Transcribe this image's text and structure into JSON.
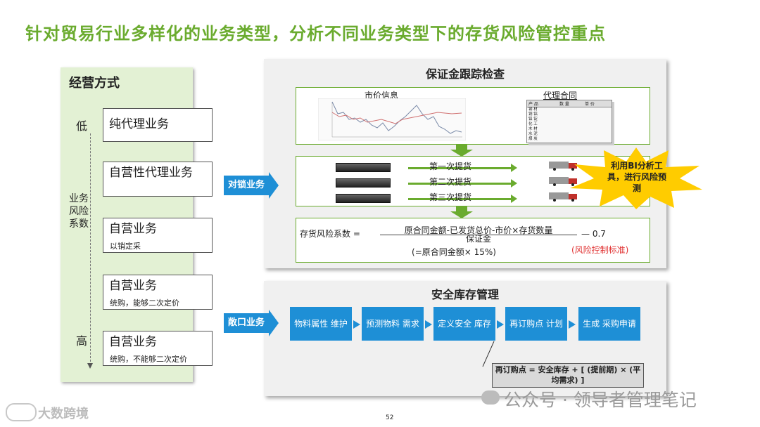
{
  "title": "针对贸易行业多样化的业务类型，分析不同业务类型下的存货风险管控重点",
  "left": {
    "header": "经营方式",
    "low": "低",
    "high": "高",
    "axis_name": "业务风险系数",
    "items": [
      {
        "label": "纯代理业务",
        "sub": ""
      },
      {
        "label": "自营性代理业务",
        "sub": ""
      },
      {
        "label": "自营业务",
        "sub": "以销定采"
      },
      {
        "label": "自营业务",
        "sub": "统购，能够二次定价"
      },
      {
        "label": "自营业务",
        "sub": "统购，不能够二次定价"
      }
    ]
  },
  "top_panel": {
    "title": "保证金跟踪检查",
    "tag": "对锁业务",
    "market_label": "市价信息",
    "contract_label": "代理合同",
    "contract_cols": [
      "产 品",
      "数 量",
      "单 价"
    ],
    "contract_rows": [
      "钢 材",
      "铜 铝",
      "铝 锭",
      "化 工",
      "木 材",
      "水 泥",
      "煤 炭"
    ],
    "shipments": [
      "第一次提货",
      "第二次提货",
      "第三次提货"
    ],
    "starburst": "利用BI分析工具，进行风险预测",
    "formula_prefix": "存货风险系数 =",
    "formula_numerator": "原合同金额-已发货总价-市价×存货数量",
    "formula_denominator": "保证金",
    "formula_note": "(=原合同金额× 15%)",
    "formula_value": "— 0.7",
    "formula_standard": "(风险控制标准)"
  },
  "bottom_panel": {
    "title": "安全库存管理",
    "tag": "敞口业务",
    "steps": [
      "物料属性 维护",
      "预测物料 需求",
      "定义安全 库存",
      "再订购点 计划",
      "生成 采购申请"
    ],
    "reorder_formula": "再订购点 = 安全库存 + [ (提前期) × (平均需求) ]"
  },
  "page_number": "52",
  "watermark": "公众号 · 领导者管理笔记",
  "logo_text": "大数跨境",
  "colors": {
    "accent_green": "#6aab2e",
    "accent_blue": "#1e8fd6",
    "risk_red": "#e03030",
    "star_yellow": "#ffcc00"
  }
}
